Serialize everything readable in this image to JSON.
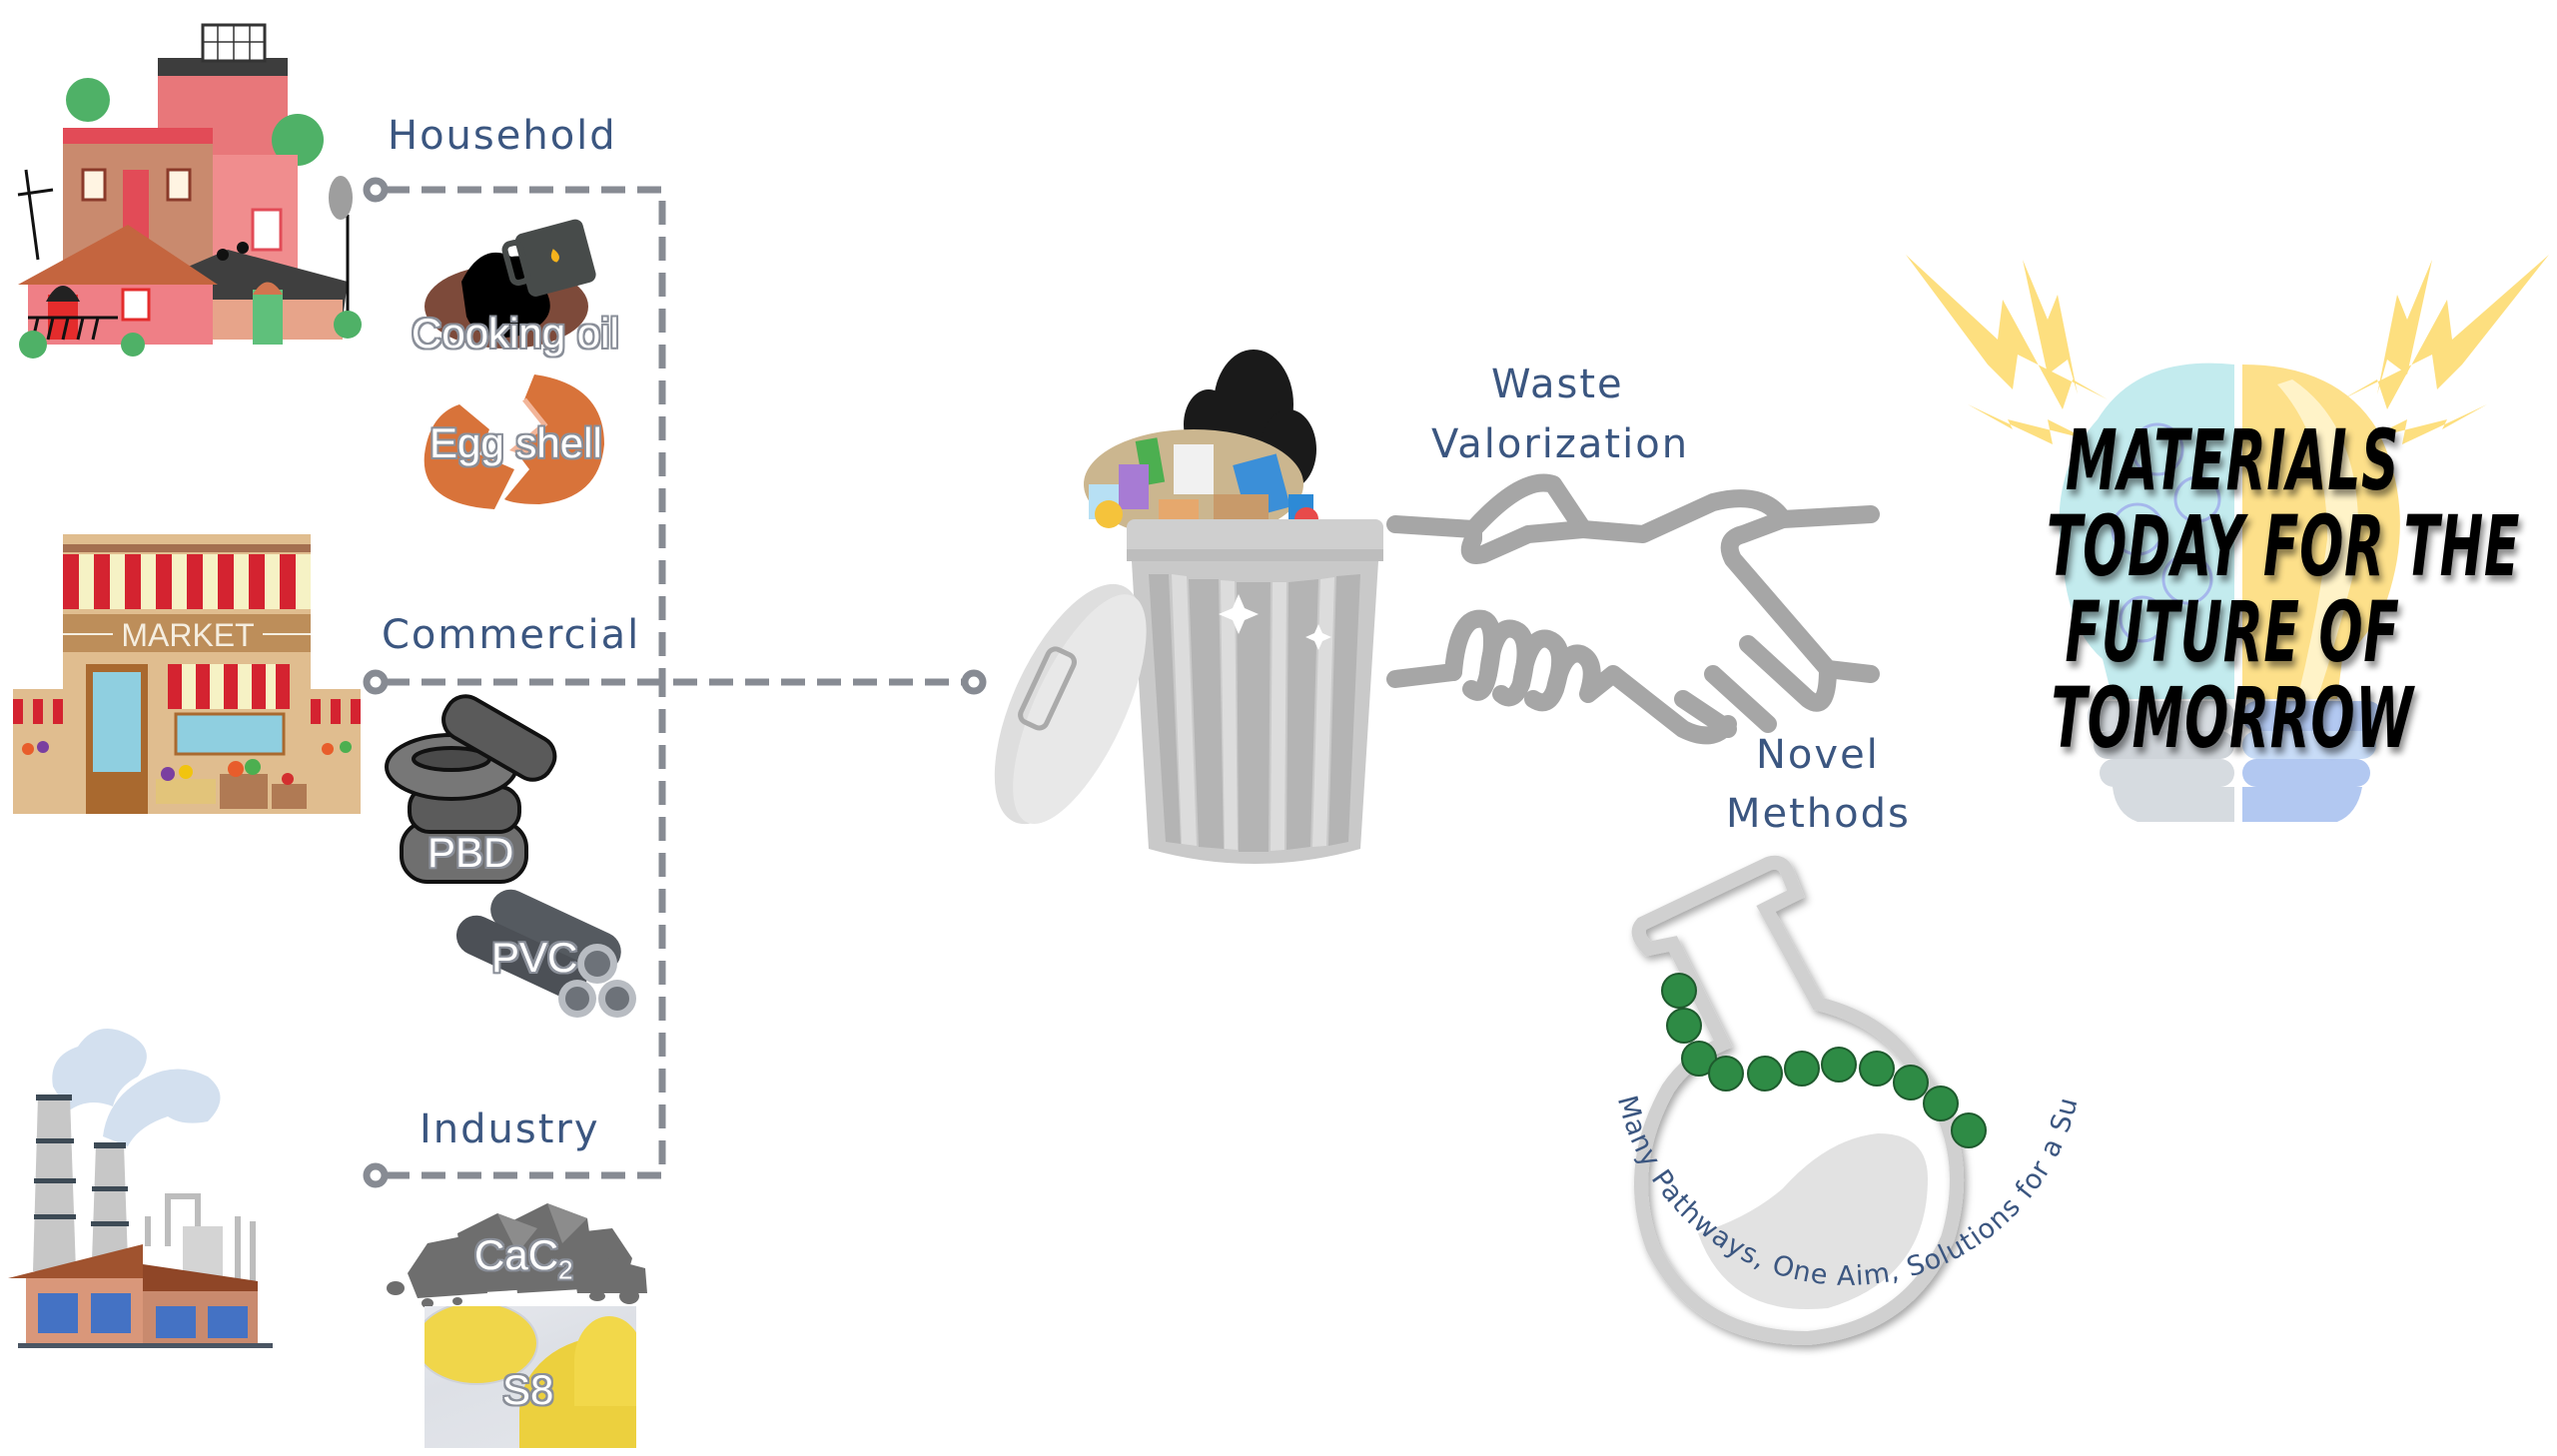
{
  "sources": [
    {
      "label": "Household",
      "materials": [
        "Cooking oil",
        "Egg shell"
      ],
      "building": "houses"
    },
    {
      "label": "Commercial",
      "materials": [
        "PBD",
        "PVC"
      ],
      "building": "market",
      "sign": "MARKET"
    },
    {
      "label": "Industry",
      "materials": [
        "CaC",
        "S8"
      ],
      "material_subscripts": {
        "CaC": "2"
      },
      "building": "factory"
    }
  ],
  "center": {
    "icon": "trash-can-icon"
  },
  "links": {
    "top_label_line1": "Waste",
    "top_label_line2": "Valorization",
    "bottom_label_line1": "Novel",
    "bottom_label_line2": "Methods",
    "icon": "handshake-icon"
  },
  "outcome": {
    "title_lines": [
      "MATERIALS",
      "TODAY FOR THE",
      "FUTURE OF",
      "TOMORROW"
    ],
    "icon": "lightbulb-brain-icon"
  },
  "logo": {
    "motto": "Many Pathways, One Aim, Solutions for a Sustainable Future",
    "icon": "flask-polymer-chain-icon"
  },
  "colors": {
    "label_text": "#3b5680",
    "connector": "#878b93",
    "handshake": "#a6a6a6",
    "bead_green": "#2e8b45",
    "bulb_yellow": "#fde08a",
    "bulb_cyan": "#c3ebee",
    "bolt_yellow": "#fddf7f"
  }
}
